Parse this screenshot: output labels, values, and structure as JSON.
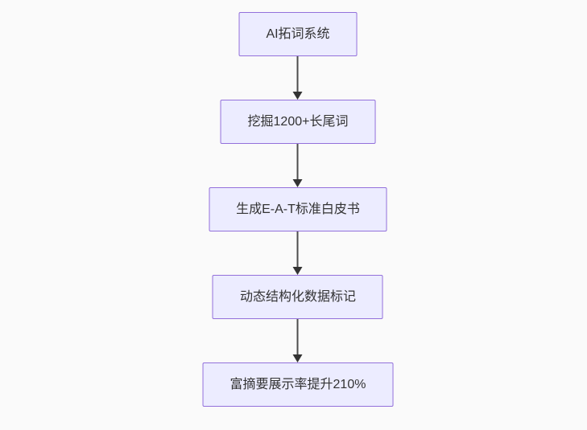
{
  "diagram": {
    "type": "flowchart",
    "direction": "top-down",
    "nodes": [
      {
        "id": "A",
        "label": "AI拓词系统"
      },
      {
        "id": "B",
        "label": "挖掘1200+长尾词"
      },
      {
        "id": "C",
        "label": "生成E-A-T标准白皮书"
      },
      {
        "id": "D",
        "label": "动态结构化数据标记"
      },
      {
        "id": "E",
        "label": "富摘要展示率提升210%"
      }
    ],
    "edges": [
      {
        "from": "A",
        "to": "B"
      },
      {
        "from": "B",
        "to": "C"
      },
      {
        "from": "C",
        "to": "D"
      },
      {
        "from": "D",
        "to": "E"
      }
    ]
  },
  "colors": {
    "page_background": "#fafafa",
    "node_fill": "#ECECFF",
    "node_border": "#9370DB",
    "node_text": "#333333",
    "arrow": "#333333"
  }
}
